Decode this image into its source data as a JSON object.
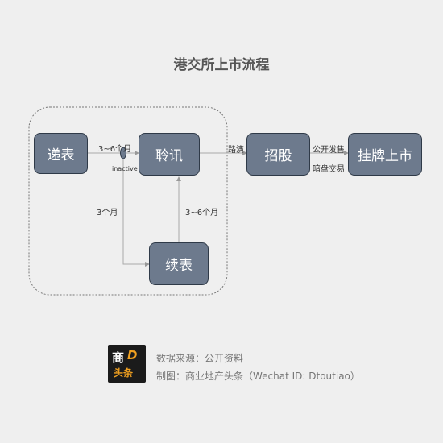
{
  "title": "港交所上市流程",
  "nodes": {
    "submit": "递表",
    "hearing": "聆讯",
    "refile": "续表",
    "offering": "招股",
    "listing": "挂牌上市"
  },
  "labels": {
    "submit_to_hearing": "3~6个月",
    "inactive": "inactive",
    "to_refile": "3个月",
    "refile_to_hearing": "3~6个月",
    "roadshow": "路演",
    "public_offer": "公开发售",
    "grey_market": "暗盘交易"
  },
  "footer": {
    "logo_top": "商",
    "logo_letter": "D",
    "logo_bottom": "头条",
    "source": "数据来源：公开资料",
    "made_by": "制图：商业地产头条（Wechat ID: Dtoutiao）"
  },
  "colors": {
    "node_fill": "#6d7a8d",
    "node_border": "#2f3a48",
    "background": "#efefef"
  }
}
